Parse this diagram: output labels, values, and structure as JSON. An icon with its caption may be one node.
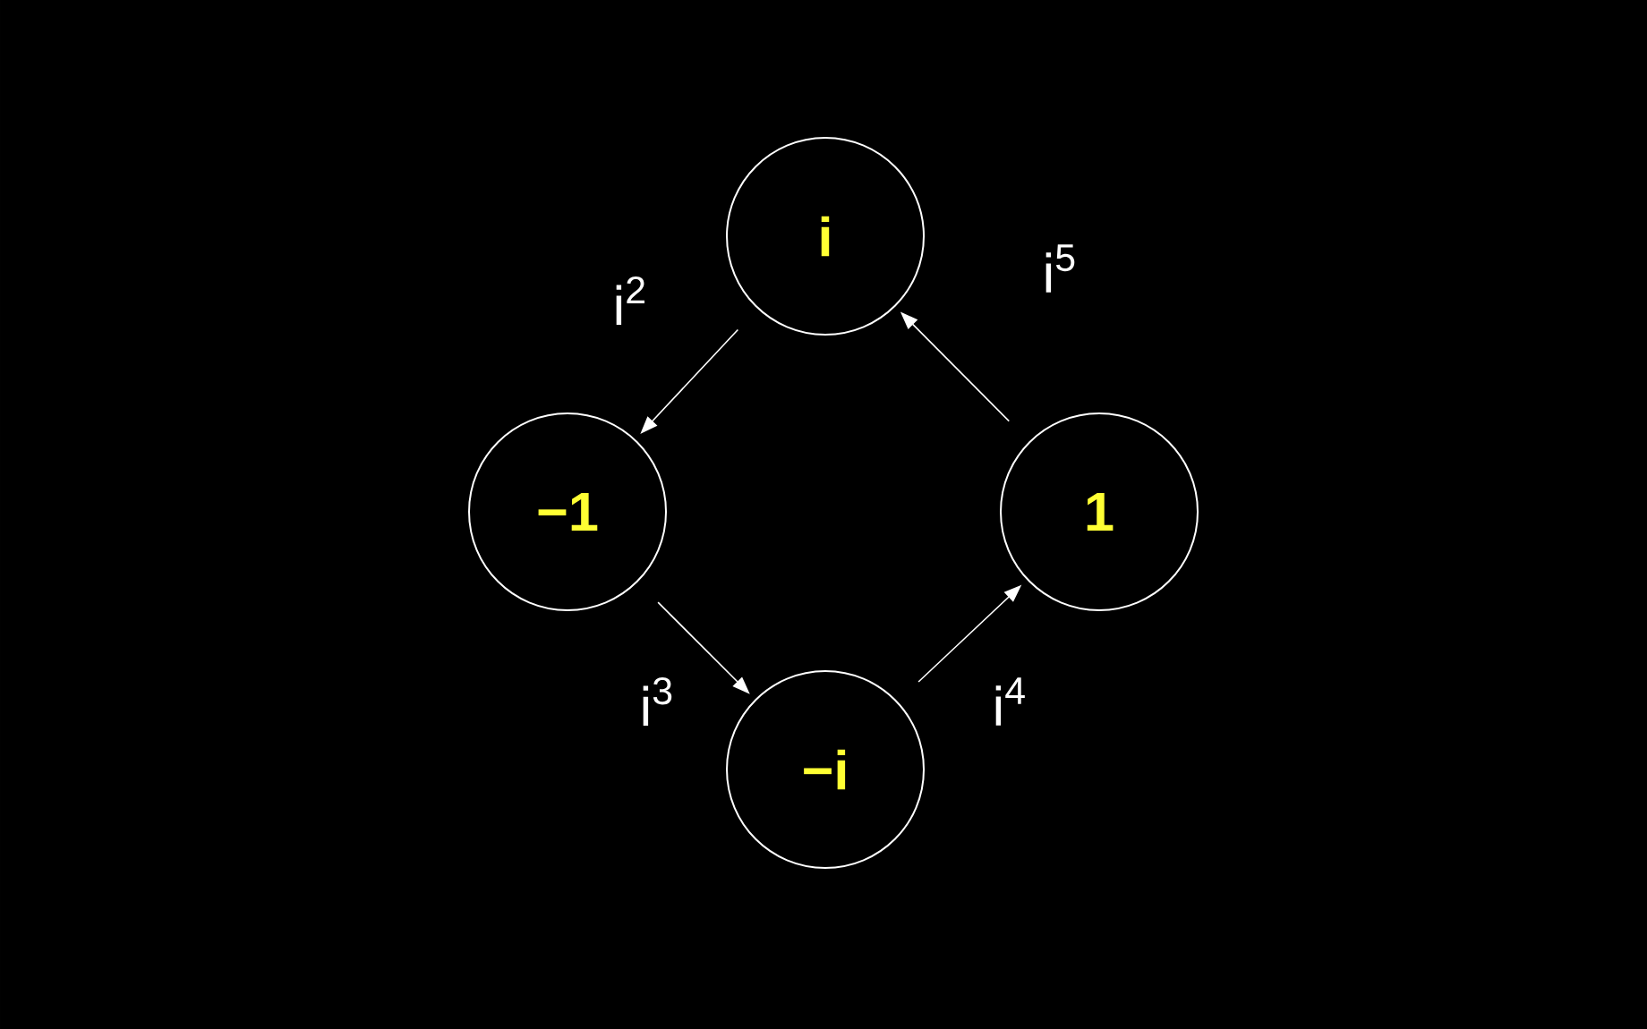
{
  "diagram": {
    "nodes": [
      {
        "text": [
          "i"
        ]
      },
      {
        "text": [
          "−1"
        ]
      },
      {
        "text": [
          "1"
        ]
      },
      {
        "text": [
          "−i"
        ]
      }
    ],
    "edges": [
      {
        "from": 0,
        "to": 1,
        "arrow": "to",
        "label": "i$^{2}$"
      },
      {
        "from": 1,
        "to": 3,
        "arrow": "to",
        "label": "i$^{3}$"
      },
      {
        "from": 3,
        "to": 2,
        "arrow": "to",
        "label": "i$^{4}$"
      },
      {
        "from": 2,
        "to": 0,
        "arrow": "to",
        "label": "i$^{5}$"
      }
    ]
  }
}
